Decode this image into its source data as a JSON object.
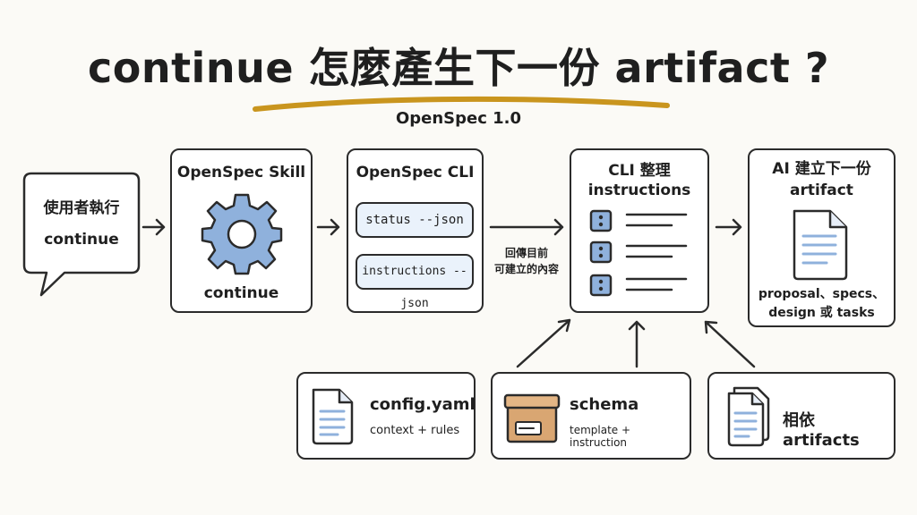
{
  "title": "continue 怎麼產生下一份 artifact ?",
  "subtitle": "OpenSpec 1.0",
  "user_box": {
    "line1": "使用者執行",
    "line2": "continue"
  },
  "skill_box": {
    "title": "OpenSpec Skill",
    "label": "continue",
    "icon": "gear-icon"
  },
  "cli_box": {
    "title": "OpenSpec CLI",
    "cmd1": "status --json",
    "cmd2": "instructions --json"
  },
  "arrow_label": {
    "line1": "回傳目前",
    "line2": "可建立的內容"
  },
  "instructions_box": {
    "title_line1": "CLI 整理",
    "title_line2": "instructions"
  },
  "ai_box": {
    "title_line1": "AI 建立下一份",
    "title_line2": "artifact",
    "desc_line1": "proposal、specs、",
    "desc_line2": "design 或 tasks",
    "icon": "document-icon"
  },
  "inputs": [
    {
      "title": "config.yaml",
      "subtitle": "context + rules",
      "icon": "document-icon"
    },
    {
      "title": "schema",
      "subtitle": "template + instruction",
      "icon": "box-icon"
    },
    {
      "title": "相依 artifacts",
      "subtitle": "",
      "icon": "stacked-documents-icon"
    }
  ],
  "colors": {
    "accent_blue": "#8fb1dc",
    "underline_gold": "#c9951e",
    "box_tan": "#d9a672",
    "ink": "#2b2b2b"
  }
}
